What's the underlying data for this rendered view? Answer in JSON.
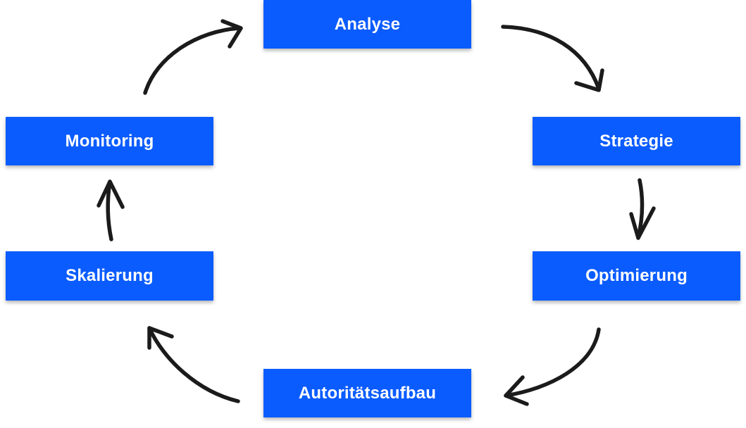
{
  "cycle": {
    "steps": [
      {
        "label": "Analyse"
      },
      {
        "label": "Strategie"
      },
      {
        "label": "Optimierung"
      },
      {
        "label": "Autoritätsaufbau"
      },
      {
        "label": "Skalierung"
      },
      {
        "label": "Monitoring"
      }
    ],
    "colors": {
      "box_fill": "#0a5cff",
      "box_text": "#ffffff",
      "arrow": "#1b1b1b"
    }
  }
}
